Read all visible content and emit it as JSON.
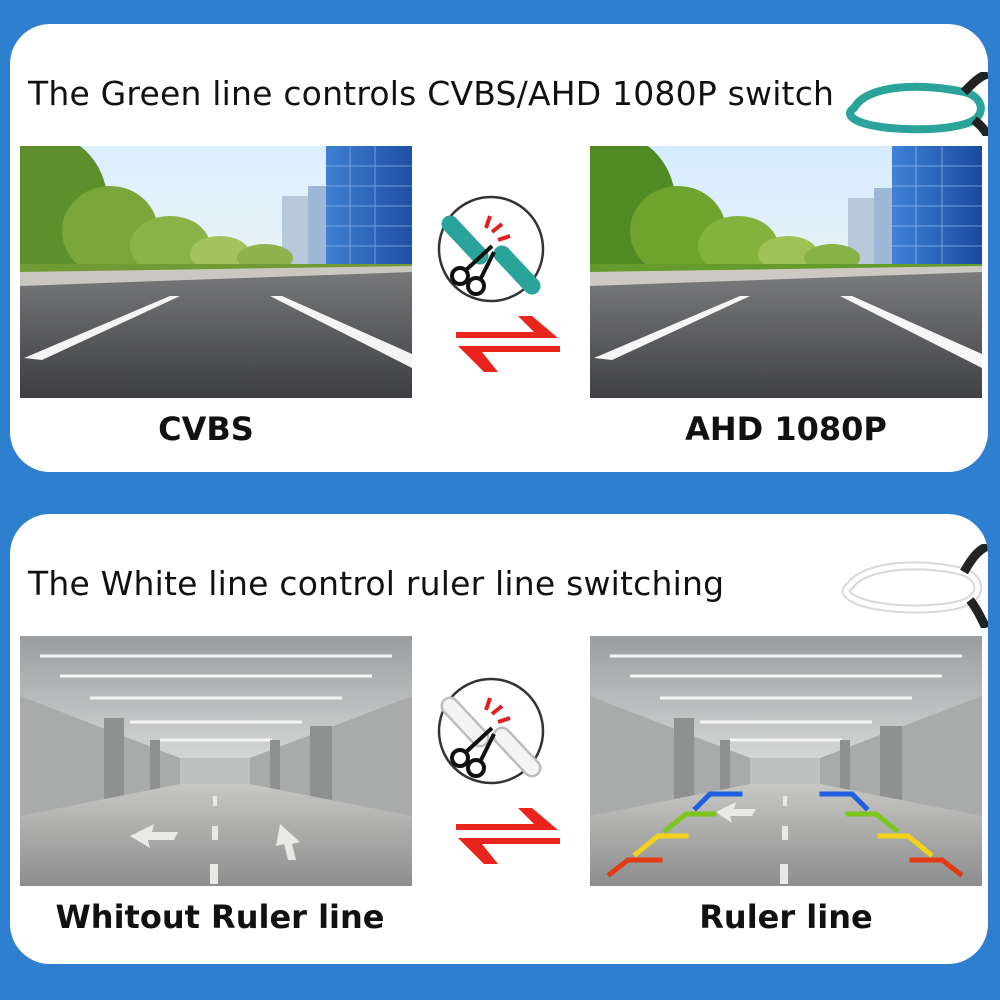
{
  "sections": [
    {
      "heading": "The Green line controls CVBS/AHD 1080P switch",
      "left_caption": "CVBS",
      "right_caption": "AHD 1080P",
      "wire_color": "#2aa39a",
      "icon": "scissors-icon"
    },
    {
      "heading": "The White line control ruler line switching",
      "left_caption": "Whitout Ruler line",
      "right_caption": "Ruler line",
      "wire_color": "#f2f2f2",
      "icon": "scissors-icon"
    }
  ],
  "colors": {
    "background": "#2e7fd0",
    "panel": "#ffffff",
    "arrow": "#e8241c",
    "ruler_far": "#1f5fe0",
    "ruler_mid": "#7cc61e",
    "ruler_near": "#f3d21a",
    "ruler_closest": "#e23a12"
  }
}
